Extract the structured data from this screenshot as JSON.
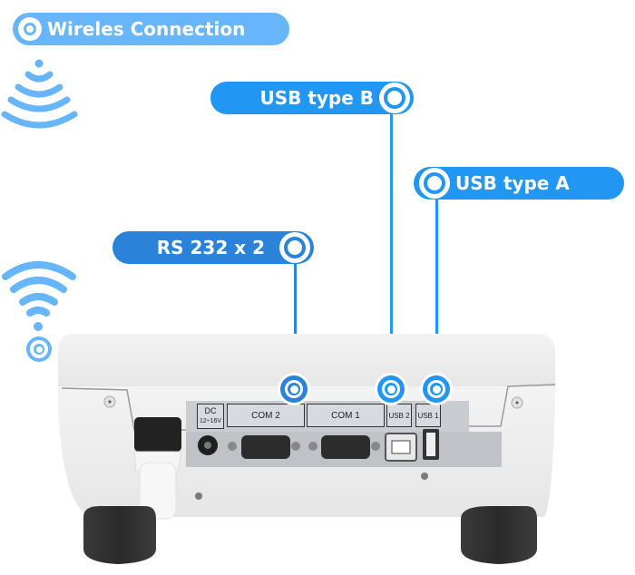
{
  "colors": {
    "light_blue": "#67b6fb",
    "mid_blue": "#2196f3",
    "dark_blue": "#2b83d9",
    "body_white": "#ececec",
    "panel_gray": "#c9ccd0",
    "foot_black": "#2d2d2d"
  },
  "callouts": {
    "wireless": {
      "label": "Wireles Connection",
      "icon": "target-ring-icon"
    },
    "usb_b": {
      "label": "USB type B",
      "icon": "target-ring-icon"
    },
    "usb_a": {
      "label": "USB type A",
      "icon": "target-ring-icon"
    },
    "rs232": {
      "label": "RS 232 x 2",
      "icon": "target-ring-icon"
    }
  },
  "wireless_icons": [
    "signal-waves-icon",
    "wifi-icon"
  ],
  "device": {
    "port_labels": {
      "dc": "DC",
      "dc_voltage": "12÷16V",
      "com2": "COM 2",
      "com1": "COM 1",
      "usb2": "USB 2",
      "usb1": "USB 1"
    }
  }
}
